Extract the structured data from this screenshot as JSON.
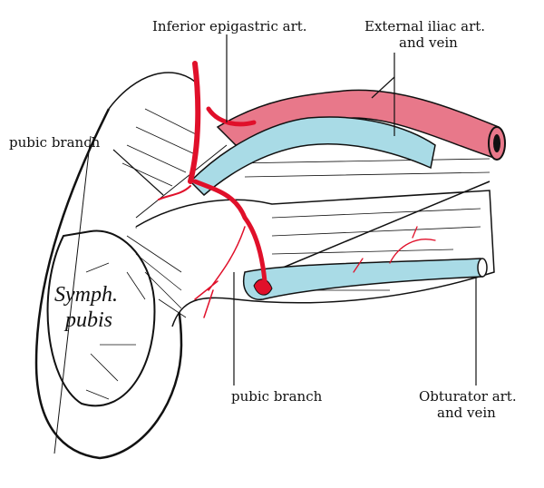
{
  "labels": {
    "inferior_epigastric": "Inferior epigastric art.",
    "external_iliac_line1": "External iliac art.",
    "external_iliac_line2": "and vein",
    "pubic_branch_left": "pubic branch",
    "pubic_branch_bottom": "pubic branch",
    "obturator_line1": "Obturator art.",
    "obturator_line2": "and vein",
    "symphysis_line1": "Symph.",
    "symphysis_line2": "pubis"
  },
  "colors": {
    "artery": "#e8788a",
    "artery_small": "#e0102a",
    "vein": "#a9dbe6",
    "ink": "#111111"
  }
}
